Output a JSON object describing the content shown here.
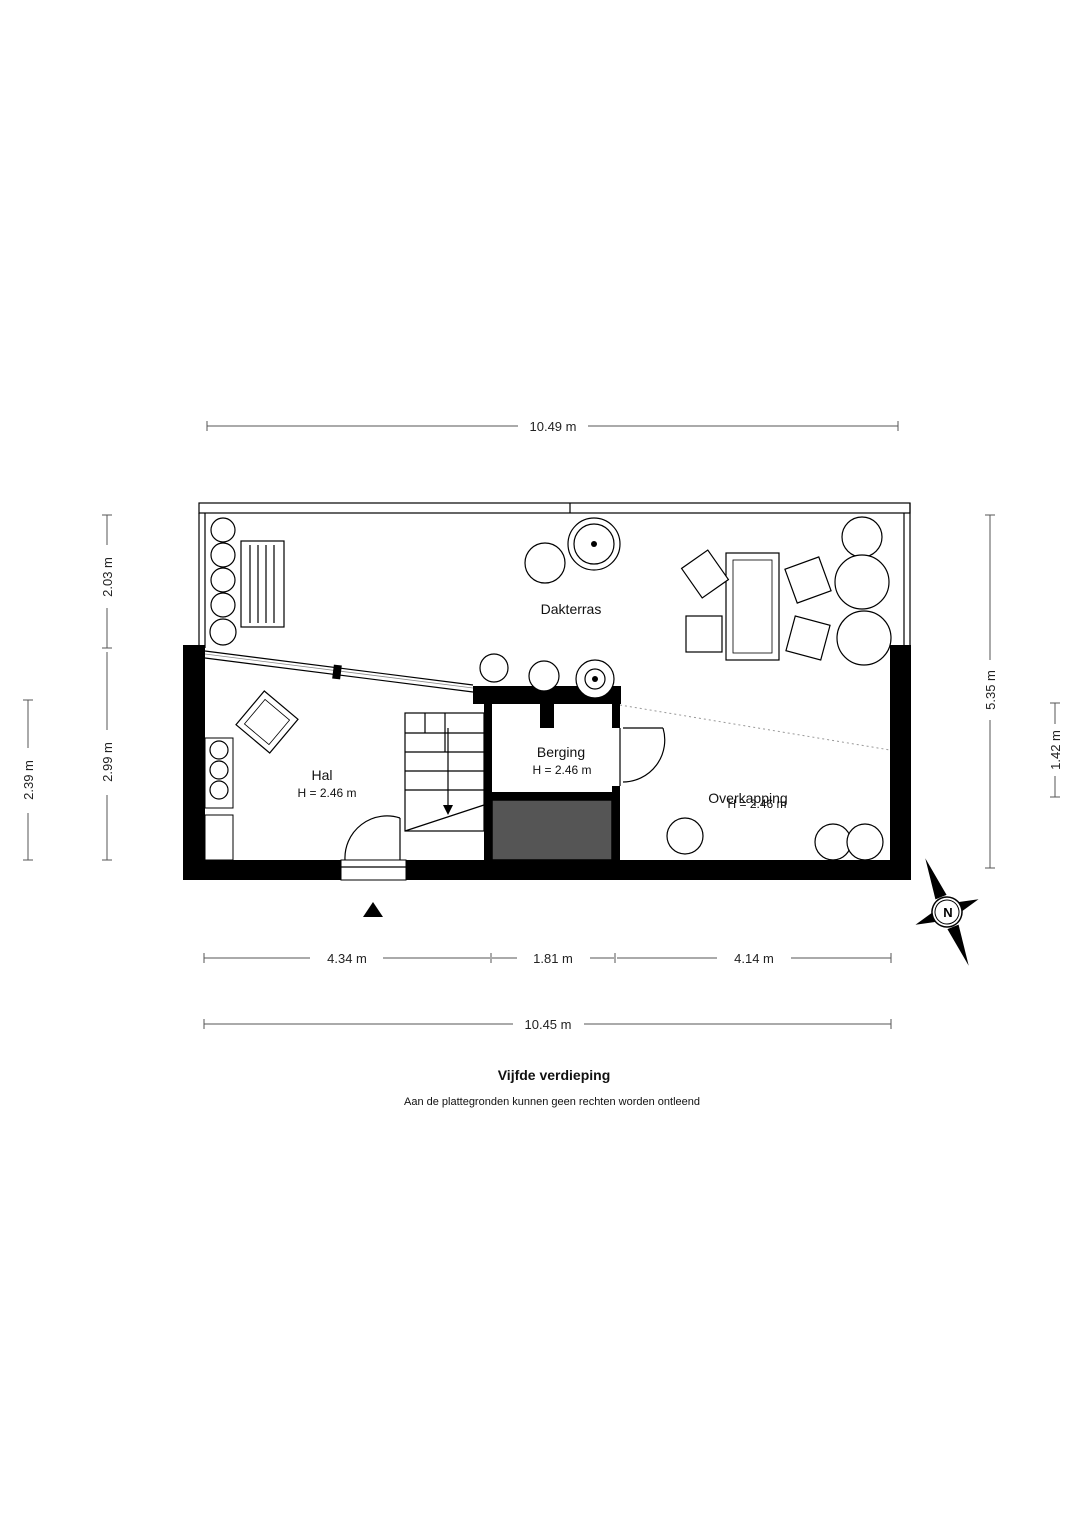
{
  "dimensions": {
    "top_total": "10.49 m",
    "bottom_total": "10.45 m",
    "bottom_segment_1": "4.34 m",
    "bottom_segment_2": "1.81 m",
    "bottom_segment_3": "4.14 m",
    "left_inner_top": "2.03 m",
    "left_inner_bottom": "2.99 m",
    "left_outer": "2.39 m",
    "right_inner": "5.35 m",
    "right_outer": "1.42 m"
  },
  "rooms": {
    "dakterras": {
      "name": "Dakterras"
    },
    "hal": {
      "name": "Hal",
      "height": "H = 2.46 m"
    },
    "berging": {
      "name": "Berging",
      "height": "H = 2.46 m"
    },
    "overkapping": {
      "name": "Overkapping",
      "height": "H = 2.46 m"
    }
  },
  "compass": {
    "label": "N"
  },
  "footer": {
    "title": "Vijfde verdieping",
    "disclaimer": "Aan de plattegronden kunnen geen rechten worden ontleend"
  }
}
